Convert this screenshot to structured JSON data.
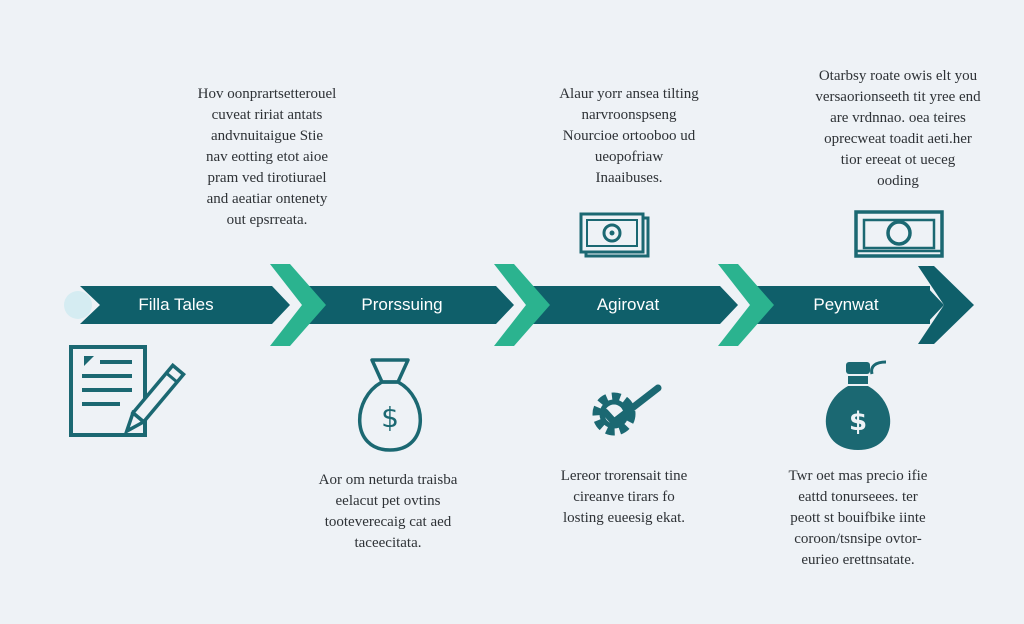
{
  "colors": {
    "arrow": "#0f5f6a",
    "chevron": "#2bb38f",
    "icon": "#1b6872",
    "background": "#eef2f6",
    "text": "#2e3236"
  },
  "stages": [
    {
      "label": "Filla Tales",
      "icon": "document-pencil-icon"
    },
    {
      "label": "Prorssuing",
      "icon": "money-bag-outline-icon"
    },
    {
      "label": "Agirovat",
      "icon": "gear-check-icon"
    },
    {
      "label": "Peynwat",
      "icon": "money-bag-solid-icon"
    }
  ],
  "top_descriptions": {
    "stage1": [
      "Hov oonprartsetterouel",
      "cuveat ririat antats",
      "andvnuitaigue Stie",
      "nav eotting etot aioe",
      "pram ved tirotiurael",
      "and aeatiar ontenety",
      "out epsrreata."
    ],
    "stage3": [
      "Alaur yorr ansea tilting",
      "narvroonspseng",
      "Nourcioe ortooboo ud",
      "ueopofriaw",
      "Inaaibuses."
    ],
    "stage4": [
      "Otarbsy roate owis elt you",
      "versaorionseeth tit yree end",
      "are vrdnnao. oea teires",
      "oprecweat toadit aeti.her",
      "tior ereeat ot ueceg",
      "ooding"
    ]
  },
  "bottom_descriptions": {
    "stage2": [
      "Aor om neturda traisba",
      "eelacut pet ovtins",
      "tooteverecaig cat aed",
      "taceecitata."
    ],
    "stage3": [
      "Lereor trorensait tine",
      "cireanve tirars fo",
      "losting eueesig ekat."
    ],
    "stage4": [
      "Twr oet mas precio ifie",
      "eattd tonurseees. ter",
      "peott st bouifbike iinte",
      "coroon/tsnsipe ovtor-",
      "eurieo erettnsatate."
    ]
  }
}
